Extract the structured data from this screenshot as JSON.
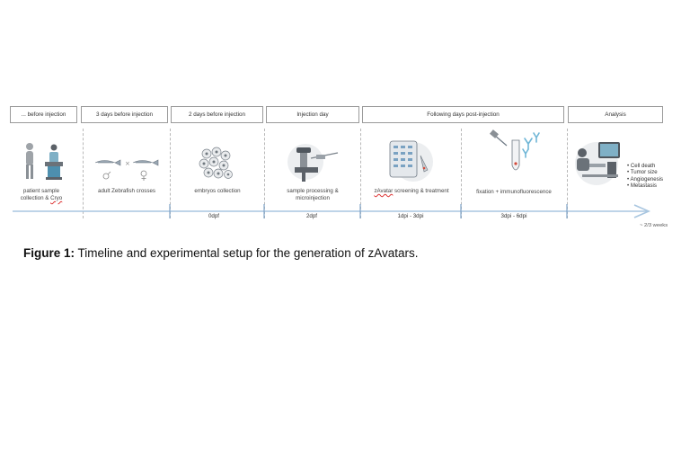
{
  "stages": [
    {
      "id": "before",
      "label": "... before injection"
    },
    {
      "id": "3days",
      "label": "3 days before injection"
    },
    {
      "id": "2days",
      "label": "2 days before injection"
    },
    {
      "id": "injday",
      "label": "Injection day"
    },
    {
      "id": "following",
      "label": "Following days post-injection"
    },
    {
      "id": "analysis",
      "label": "Analysis"
    }
  ],
  "steps": {
    "patient_sample": "patient sample",
    "collection_cryo_prefix": "collection & ",
    "collection_cryo_word": "Cryo",
    "zebrafish": "adult Zebrafish crosses",
    "embryos": "embryos collection",
    "sample_processing": "sample processing &",
    "microinjection": "microinjection",
    "zavatar_word": "zAvatar",
    "zavatar_rest": " screening & treatment",
    "fixation": "fixation + immunofluorescence"
  },
  "analysis_items": [
    "• Cell death",
    "• Tumor size",
    "• Angiogenesis",
    "• Metastasis"
  ],
  "timeline": {
    "labels": [
      "0dpf",
      "2dpf",
      "1dpi - 3dpi",
      "3dpi - 6dpi"
    ],
    "end_label": "~ 2/3 weeks"
  },
  "caption": {
    "prefix": "Figure 1:",
    "text": " Timeline and experimental setup for the generation of zAvatars."
  },
  "colors": {
    "timeline": "#a9c6e0",
    "tick": "#7fa3c7",
    "box_border": "#9a9a9a"
  }
}
